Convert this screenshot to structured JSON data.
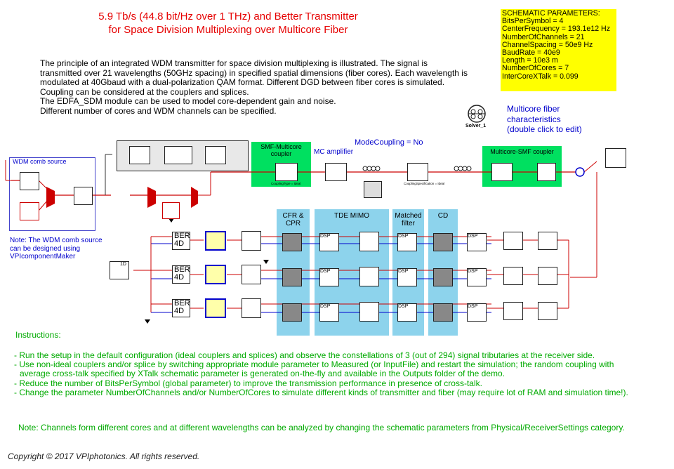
{
  "title": {
    "line1": "5.9 Tb/s (44.8 bit/Hz over 1 THz) and Better Transmitter",
    "line2": "for Space Division Multiplexing over Multicore Fiber"
  },
  "description": [
    "The principle of an integrated WDM transmitter for space division multiplexing is illustrated. The signal is",
    "transmitted over 21 wavelengths (50GHz spacing) in specified spatial dimensions (fiber cores). Each wavelength is",
    "modulated at 40Gbaud with a dual-polarization QAM format. Different DGD between fiber cores is simulated.",
    "Coupling can be considered at the couplers and splices.",
    "The EDFA_SDM module can be used to model core-dependent gain and noise.",
    "Different number of cores and WDM channels can be specified."
  ],
  "params": {
    "header": "SCHEMATIC PARAMETERS:",
    "items": [
      "BitsPerSymbol = 4",
      "CenterFrequency = 193.1e12 Hz",
      "NumberOfChannels = 21",
      "ChannelSpacing = 50e9 Hz",
      "BaudRate = 40e9",
      "Length = 10e3 m",
      "NumberOfCores = 7",
      "InterCoreXTalk = 0.099"
    ]
  },
  "labels": {
    "multicore": [
      "Multicore fiber",
      "characteristics",
      "(double click to edit)"
    ],
    "solver": "Solver_1",
    "mode_coupling": "ModeCoupling = No",
    "mc_amplifier": "MC amplifier",
    "wdm_source": "WDM comb source",
    "smf_mc": [
      "SMF-Multicore",
      "coupler"
    ],
    "coupling_type": "CouplingType = Ideal",
    "mc_smf": "Multicore-SMF coupler",
    "coupling_spec": "CouplingSpecification = Ideal",
    "note_wdm": [
      "Note: The WDM comb source",
      "can be designed using",
      "VPIcomponentMaker"
    ],
    "stages": [
      "CFR &",
      "CPR",
      "TDE MIMO",
      "Matched",
      "filter",
      "CD"
    ],
    "ber": [
      "BER",
      "4D"
    ],
    "dsp": "DSP",
    "plot_1d": "1D"
  },
  "instructions": {
    "heading": "Instructions:",
    "items": [
      "- Run the setup in the default configuration (ideal couplers and splices) and observe the constellations of 3 (out of 294) signal tributaries at the receiver side.",
      "- Use non-ideal couplers and/or splice by switching appropriate module parameter to Measured (or InputFile) and restart the simulation; the random coupling with average cross-talk specified by XTalk schematic parameter is generated on-the-fly and available in the Outputs folder of the demo.",
      "- Reduce the number of BitsPerSymbol (global parameter) to improve the transmission performance in presence of cross-talk.",
      "- Change the parameter NumberOfChannels and/or NumberOfCores to simulate different kinds of transmitter and fiber (may require lot of RAM and simulation time!)."
    ],
    "note": "Note: Channels form different cores and at different wavelengths can be analyzed by changing the schematic parameters from Physical/ReceiverSettings category."
  },
  "copyright": "Copyright © 2017 VPIphotonics. All rights reserved.",
  "colors": {
    "title": "#e60000",
    "label_blue": "#0000cc",
    "instructions": "#00aa00",
    "params_bg": "#ffff00",
    "green_box": "#00e060",
    "cyan_stage": "#8dd3ec",
    "wire_red": "#cc0000",
    "wire_blue": "#0000cc"
  }
}
